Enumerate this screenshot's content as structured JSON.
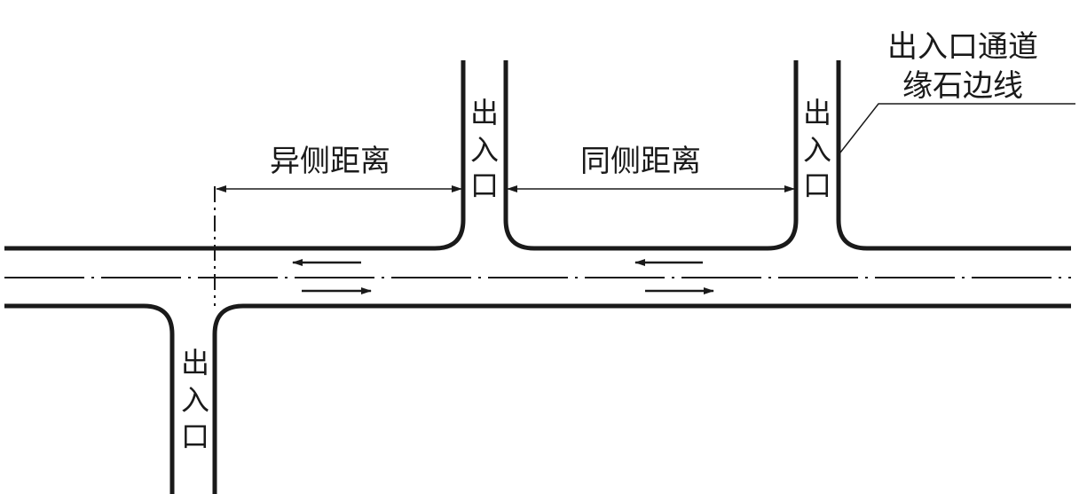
{
  "labels": {
    "opposite_side_distance": "异侧距离",
    "same_side_distance": "同侧距离",
    "curb_line_line1": "出入口通道",
    "curb_line_line2": "缘石边线"
  },
  "entrances": [
    {
      "chars": [
        "出",
        "入",
        "口"
      ]
    },
    {
      "chars": [
        "出",
        "入",
        "口"
      ]
    },
    {
      "chars": [
        "出",
        "入",
        "口"
      ]
    }
  ],
  "colors": {
    "line": "#1a1a1a",
    "background": "#ffffff"
  }
}
